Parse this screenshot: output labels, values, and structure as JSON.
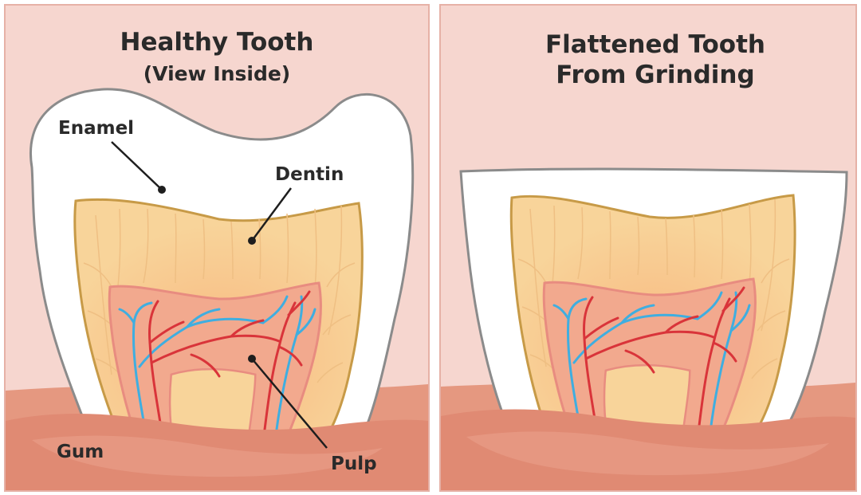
{
  "colors": {
    "panel_background": "#f6d6cf",
    "gum": "#e08a73",
    "enamel": "#ffffff",
    "dentin": "#f8d49a",
    "pulp": "#f2a98e",
    "artery": "#d9343a",
    "vein": "#3faee0"
  },
  "panels": [
    {
      "title": "Healthy Tooth",
      "subtitle": "(View Inside)",
      "labels": {
        "enamel": "Enamel",
        "dentin": "Dentin",
        "gum": "Gum",
        "pulp": "Pulp"
      }
    },
    {
      "title_line1": "Flattened Tooth",
      "title_line2": "From Grinding"
    }
  ]
}
